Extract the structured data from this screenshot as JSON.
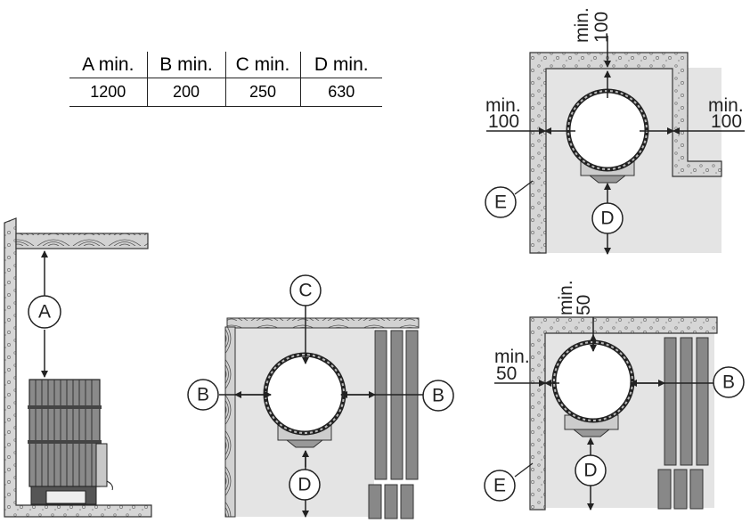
{
  "table": {
    "headers": [
      "A min.",
      "B min.",
      "C min.",
      "D min."
    ],
    "values": [
      "1200",
      "200",
      "250",
      "630"
    ]
  },
  "labels": {
    "A": "A",
    "B": "B",
    "C": "C",
    "D": "D",
    "E": "E"
  },
  "top_right": {
    "top_min": "min.",
    "top_val": "100",
    "left_min": "min.",
    "left_val": "100",
    "right_min": "min.",
    "right_val": "100"
  },
  "bottom_right": {
    "top_min": "min.",
    "top_val": "50",
    "left_min": "min.",
    "left_val": "50"
  }
}
